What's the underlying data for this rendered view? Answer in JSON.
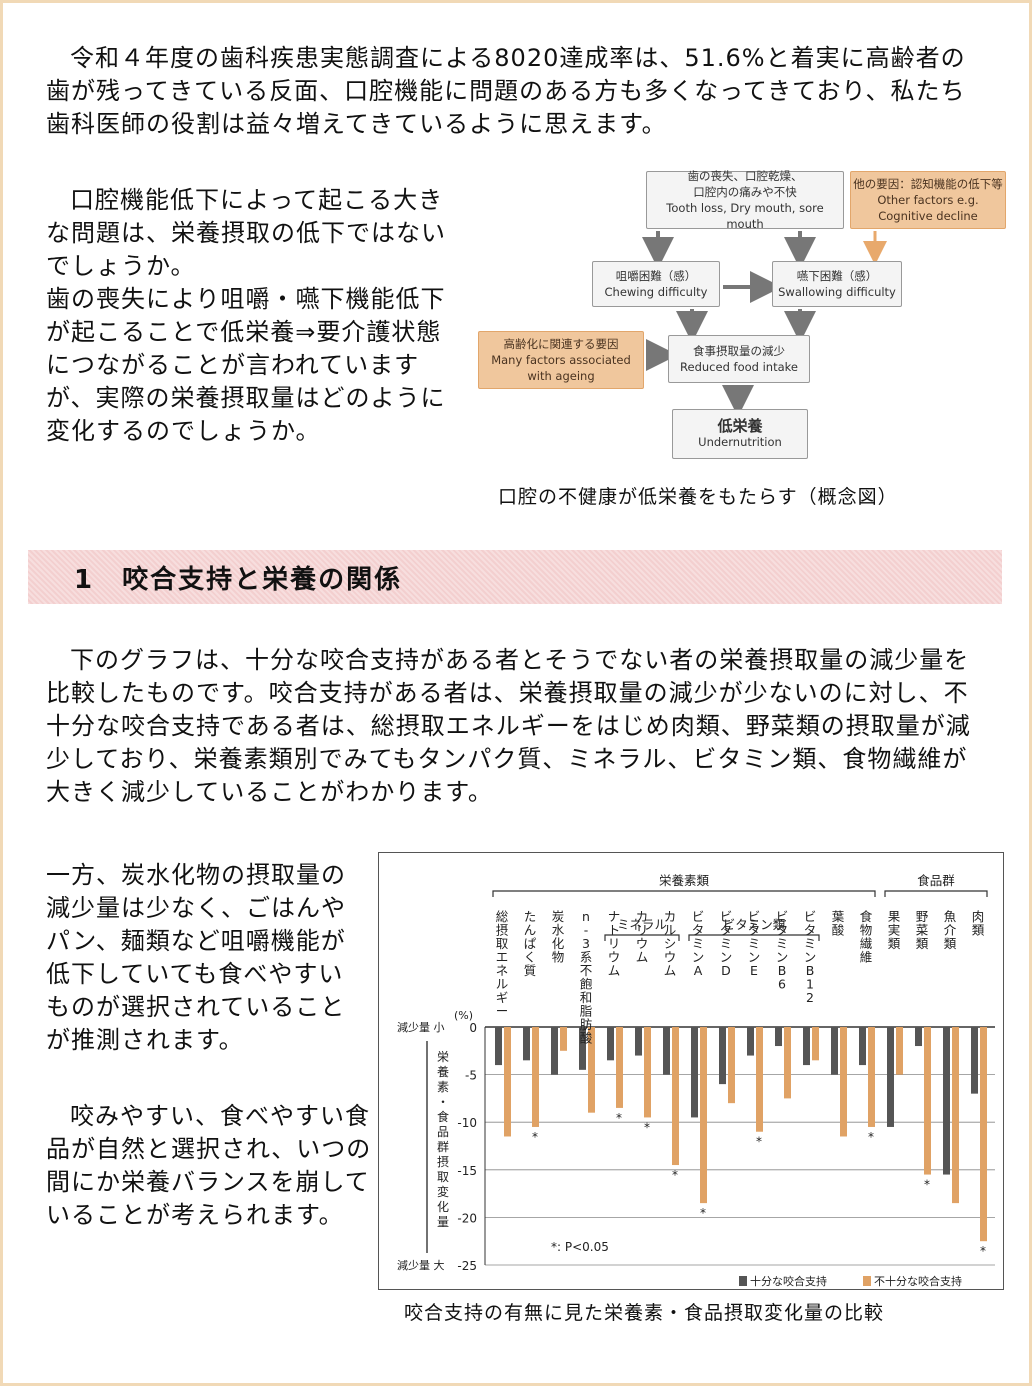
{
  "intro": {
    "p1": "令和４年度の歯科疾患実態調査による8020達成率は、51.6%と着実に高齢者の歯が残ってきている反面、口腔機能に問題のある方も多くなってきており、私たち歯科医師の役割は益々増えてきているように思えます。",
    "p2a": "口腔機能低下によって起こる大きな問題は、栄養摂取の低下ではないでしょうか。",
    "p2b": "歯の喪失により咀嚼・嚥下機能低下が起こることで低栄養⇒要介護状態につながることが言われていますが、実際の栄養摂取量はどのように変化するのでしょうか。"
  },
  "diagram": {
    "box_loss_jp1": "歯の喪失、口腔乾燥、",
    "box_loss_jp2": "口腔内の痛みや不快",
    "box_loss_en": "Tooth loss, Dry mouth, sore mouth",
    "box_other_jp": "他の要因：認知機能の低下等",
    "box_other_en1": "Other factors e.g.",
    "box_other_en2": "Cognitive decline",
    "box_chew_jp": "咀嚼困難（感）",
    "box_chew_en": "Chewing difficulty",
    "box_swallow_jp": "嚥下困難（感）",
    "box_swallow_en": "Swallowing difficulty",
    "box_aging_jp": "高齢化に関連する要因",
    "box_aging_en1": "Many factors associated",
    "box_aging_en2": "with ageing",
    "box_intake_jp": "食事摂取量の減少",
    "box_intake_en": "Reduced food intake",
    "box_under_jp": "低栄養",
    "box_under_en": "Undernutrition",
    "caption": "口腔の不健康が低栄養をもたらす（概念図）"
  },
  "section": {
    "title": "1　咬合支持と栄養の関係"
  },
  "body": {
    "p3": "下のグラフは、十分な咬合支持がある者とそうでない者の栄養摂取量の減少量を比較したものです。咬合支持がある者は、栄養摂取量の減少が少ないのに対し、不十分な咬合支持である者は、総摂取エネルギーをはじめ肉類、野菜類の摂取量が減少しており、栄養素類別でみてもタンパク質、ミネラル、ビタミン類、食物繊維が大きく減少していることがわかります。",
    "p4": "一方、炭水化物の摂取量の減少量は少なく、ごはんやパン、麺類など咀嚼機能が低下していても食べやすいものが選択されていることが推測されます。",
    "p5": "咬みやすい、食べやすい食品が自然と選択され、いつの間にか栄養バランスを崩していることが考えられます。",
    "chart_caption": "咬合支持の有無に見た栄養素・食品摂取変化量の比較"
  },
  "chart_data": {
    "type": "bar",
    "ylabel": "栄養素・食品群摂取変化量",
    "yunit": "(%)",
    "ytop_label": "減少量 小",
    "ybottom_label": "減少量 大",
    "ylim": [
      -25,
      0
    ],
    "yticks": [
      0,
      -5,
      -10,
      -15,
      -20,
      -25
    ],
    "group_labels": {
      "nutrients": "栄養素類",
      "foods": "食品群",
      "minerals": "ミネラル",
      "vitamins": "ビタミン類"
    },
    "significance_note": "*: P<0.05",
    "categories": [
      "総摂取エネルギー",
      "たんぱく質",
      "炭水化物",
      "n-3系不飽和脂肪酸",
      "ナトリウム",
      "カリウム",
      "カルシウム",
      "ビタミンA",
      "ビタミンD",
      "ビタミンE",
      "ビタミンB6",
      "ビタミンB12",
      "葉酸",
      "食物繊維",
      "果実類",
      "野菜類",
      "魚介類",
      "肉類"
    ],
    "significant": [
      false,
      true,
      false,
      false,
      true,
      true,
      true,
      true,
      false,
      true,
      false,
      false,
      false,
      true,
      false,
      true,
      false,
      true
    ],
    "series": [
      {
        "name": "十分な咬合支持",
        "color": "#555555",
        "values": [
          -4,
          -3.5,
          -5,
          -4.5,
          -3.5,
          -3,
          -5,
          -9.5,
          -6,
          -3,
          -2,
          -4,
          -5,
          -4,
          -10.5,
          -2,
          -15.5,
          -7
        ]
      },
      {
        "name": "不十分な咬合支持",
        "color": "#e0a265",
        "values": [
          -11.5,
          -10.5,
          -2.5,
          -9,
          -8.5,
          -9.5,
          -14.5,
          -18.5,
          -8,
          -11,
          -7.5,
          -3.5,
          -11.5,
          -10.5,
          -5,
          -15.5,
          -18.5,
          -22.5
        ]
      }
    ]
  },
  "chart_labels": {
    "総摂取エネルギー": "総摂取エネルギー",
    "たんぱく質": "たんぱく質",
    "炭水化物": "炭水化物",
    "n-3系不飽和脂肪酸": "n-3系不飽和脂肪酸",
    "ナトリウム": "ナトリウム",
    "カリウム": "カリウム",
    "カルシウム": "カルシウム",
    "ビタミンA": "ビタミンA",
    "ビタミンD": "ビタミンD",
    "ビタミンE": "ビタミンE",
    "ビタミンB6": "ビタミンB6",
    "ビタミンB12": "ビタミンB12",
    "葉酸": "葉酸",
    "食物繊維": "食物繊維",
    "果実類": "果実類",
    "野菜類": "野菜類",
    "魚介類": "魚介類",
    "肉類": "肉類"
  }
}
